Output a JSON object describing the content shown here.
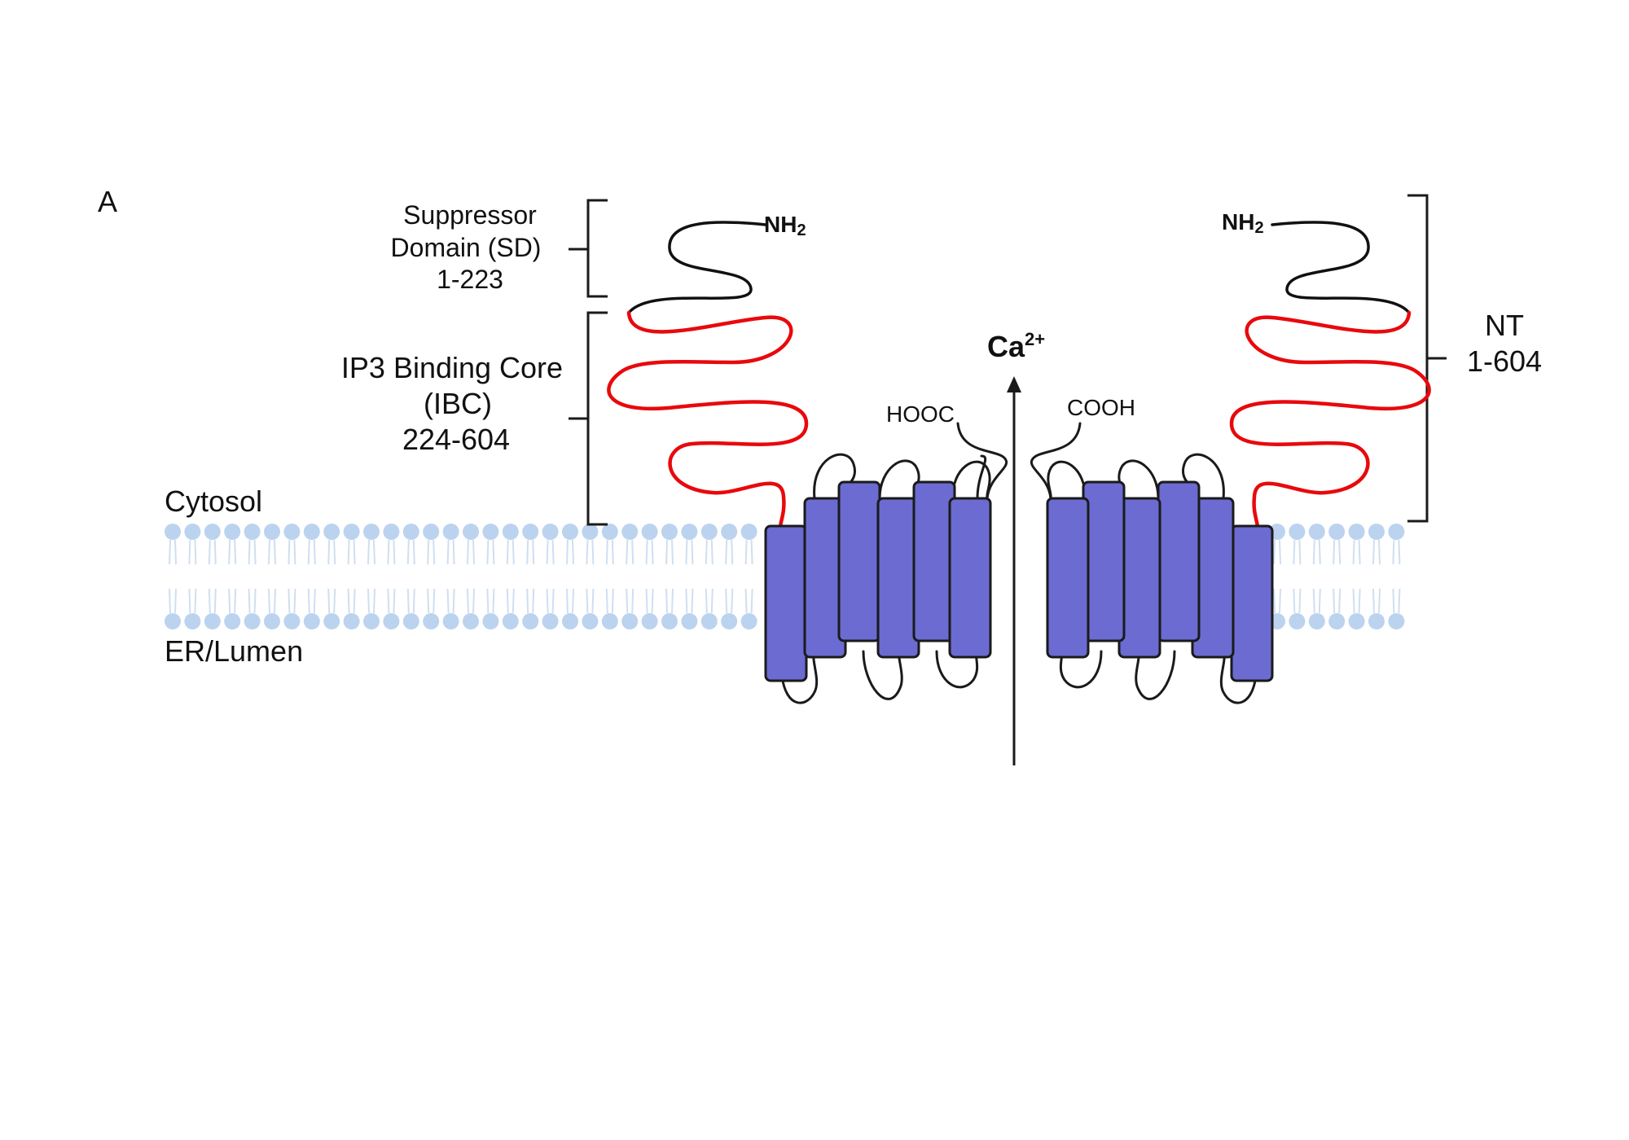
{
  "panel_label": "A",
  "compartments": {
    "cytosol": "Cytosol",
    "lumen": "ER/Lumen"
  },
  "domains": {
    "suppressor": {
      "line1": "Suppressor",
      "line2": "Domain (SD)",
      "range": "1-223"
    },
    "ibc": {
      "line1": "IP3 Binding Core",
      "line2": "(IBC)",
      "range": "224-604"
    },
    "nt": {
      "line1": "NT",
      "range": "1-604"
    }
  },
  "termini": {
    "left_nh2": "NH",
    "right_nh2": "NH",
    "nh2_sub": "2",
    "left_c": "HOOC",
    "right_c": "COOH"
  },
  "ion": {
    "base": "Ca",
    "charge": "2+"
  },
  "colors": {
    "helix": "#6b6bd1",
    "ibc_loop": "#e8090c",
    "sd_loop": "#111111",
    "lipid": "#bcd3ef"
  }
}
